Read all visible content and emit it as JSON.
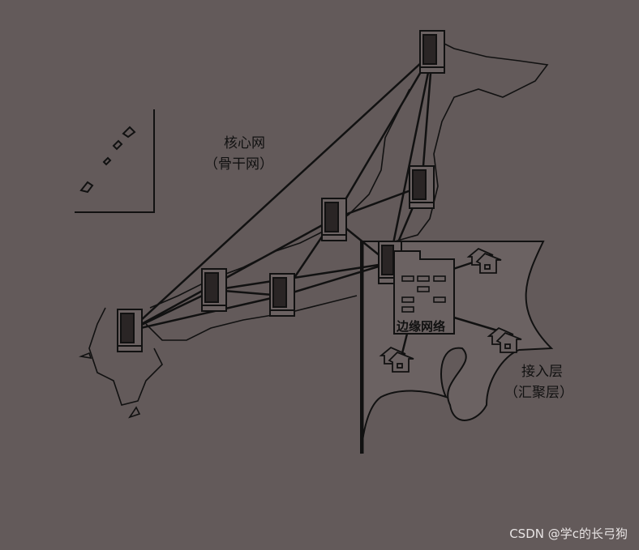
{
  "labels": {
    "core": "核心网",
    "core_sub": "（骨干网）",
    "edge": "边缘网络",
    "access": "接入层",
    "access_sub": "（汇聚层）"
  },
  "watermark": "CSDN @学c的长弓狗",
  "colors": {
    "background": "#635a5a",
    "ink": "#111111",
    "inset": "#6b6262"
  }
}
